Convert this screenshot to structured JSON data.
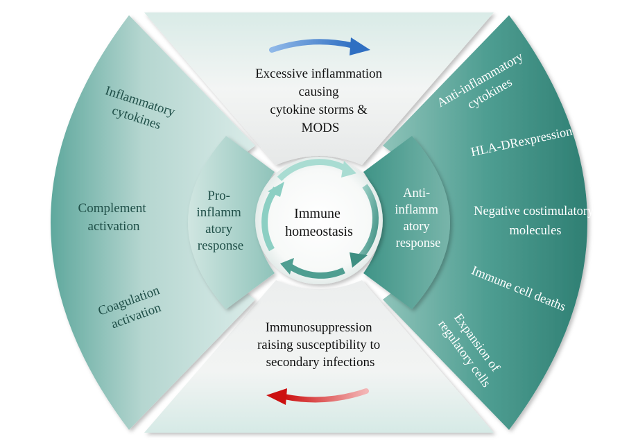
{
  "top_panel": {
    "lines": [
      "Excessive inflammation",
      "causing",
      "cytokine storms &",
      "MODS"
    ]
  },
  "bottom_panel": {
    "lines": [
      "Immunosuppression",
      "raising susceptibility to",
      "secondary infections"
    ]
  },
  "left_outer": {
    "item1": [
      "Inflammatory",
      "cytokines"
    ],
    "item2": [
      "Complement",
      "activation"
    ],
    "item3": [
      "Coagulation",
      "activation"
    ]
  },
  "left_inner": {
    "lines": [
      "Pro-",
      "inflamm",
      "atory",
      "response"
    ]
  },
  "right_inner": {
    "lines": [
      "Anti-",
      "inflamm",
      "atory",
      "response"
    ]
  },
  "right_outer": {
    "item1": [
      "Anti-inflammatory",
      "cytokines"
    ],
    "item2": [
      "HLA-DRexpression"
    ],
    "item3": [
      "Negative costimulatory",
      "molecules"
    ],
    "item4": [
      "Immune cell deaths"
    ],
    "item5": [
      "Expansion of",
      "regulatory cells"
    ]
  },
  "center": {
    "lines": [
      "Immune",
      "homeostasis"
    ]
  },
  "colors": {
    "teal_dark": "#3f9487",
    "teal_light": "#dbe9e6",
    "panel_grey": "#e9ecec",
    "arrow_blue": "#3b78c8",
    "arrow_red": "#d01a1a",
    "text_dark_teal": "#1f4f48"
  }
}
